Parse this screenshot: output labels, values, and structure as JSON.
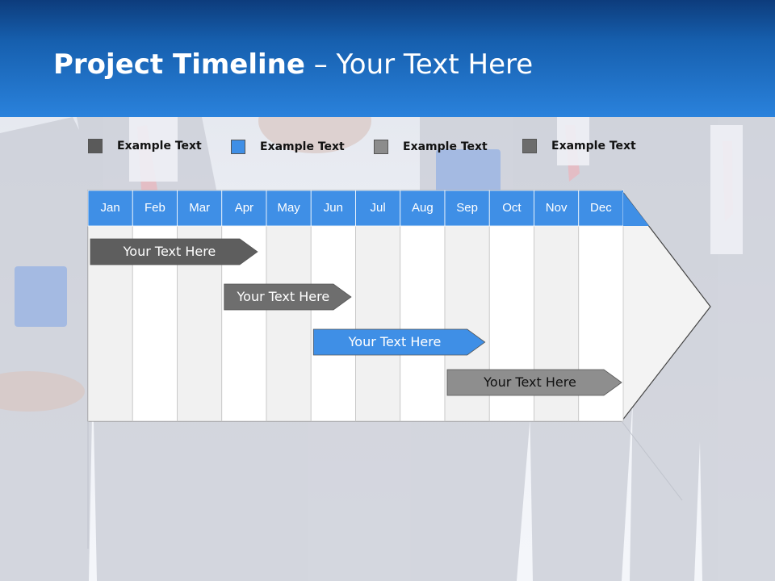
{
  "header": {
    "title_bold": "Project Timeline",
    "title_rest": " – Your Text Here"
  },
  "legend": [
    {
      "label": "Example Text",
      "color": "#5a5a5a"
    },
    {
      "label": "Example Text",
      "color": "#3f8fe6"
    },
    {
      "label": "Example Text",
      "color": "#8c8c8c"
    },
    {
      "label": "Example Text",
      "color": "#6c6c6c"
    }
  ],
  "months": [
    "Jan",
    "Feb",
    "Mar",
    "Apr",
    "May",
    "Jun",
    "Jul",
    "Aug",
    "Sep",
    "Oct",
    "Nov",
    "Dec"
  ],
  "tasks": [
    {
      "label": "Your  Text Here",
      "color": "#5e5e5e",
      "start": 0,
      "end": 3.8
    },
    {
      "label": "Your  Text Here",
      "color": "#6e6e6e",
      "start": 3.0,
      "end": 5.9
    },
    {
      "label": "Your  Text Here",
      "color": "#3f8fe6",
      "start": 5.0,
      "end": 8.9
    },
    {
      "label": "Your  Text Here",
      "color": "#8e8e8e",
      "start": 8.0,
      "end": 12.0
    }
  ],
  "colors": {
    "header_top": "#0d3c7c",
    "header_bottom": "#2a82dc",
    "month_bar": "#3f8fe6"
  }
}
